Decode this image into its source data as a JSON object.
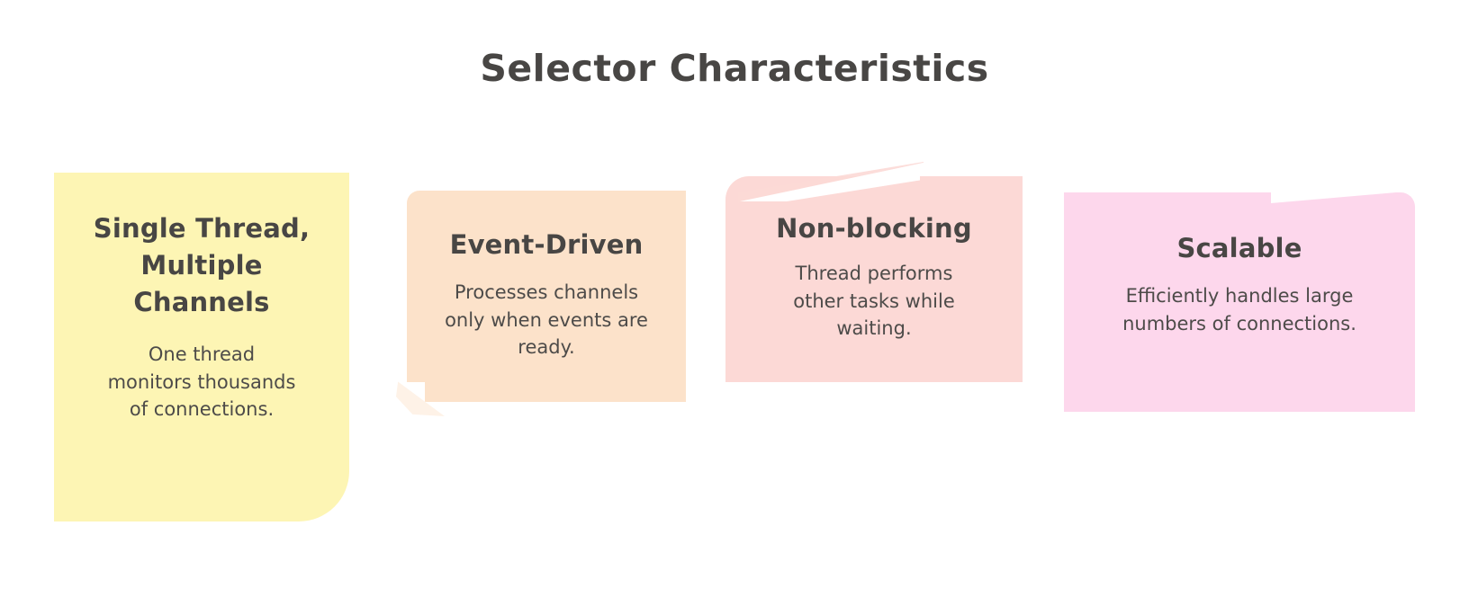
{
  "page": {
    "title": "Selector Characteristics",
    "background_color": "#ffffff",
    "text_color": "#484644"
  },
  "cards": [
    {
      "id": "single-thread-multiple-channels",
      "title": "Single Thread, Multiple Channels",
      "body": "One thread monitors thousands of connections.",
      "color": "#fdf5b4",
      "color_name": "yellow"
    },
    {
      "id": "event-driven",
      "title": "Event-Driven",
      "body": "Processes channels only when events are ready.",
      "color": "#fce2ca",
      "color_name": "peach"
    },
    {
      "id": "non-blocking",
      "title": "Non-blocking",
      "body": "Thread performs other tasks while waiting.",
      "color": "#fcd9d6",
      "color_name": "pink"
    },
    {
      "id": "scalable",
      "title": "Scalable",
      "body": "Efficiently handles large numbers of connections.",
      "color": "#fdd7ec",
      "color_name": "magenta"
    }
  ]
}
